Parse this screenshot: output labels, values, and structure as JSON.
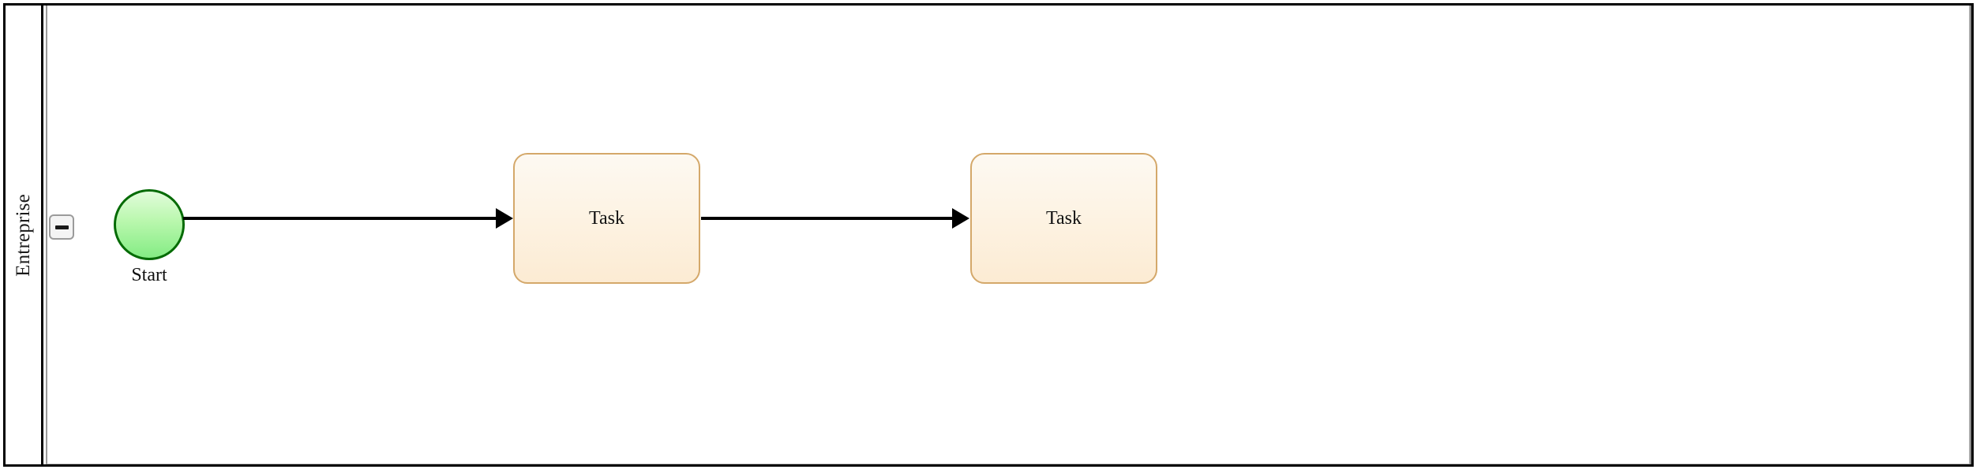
{
  "diagram": {
    "type": "bpmn-process",
    "pool": {
      "lane": {
        "label": "Entreprise",
        "collapse_button": {
          "name": "collapse-lane-button",
          "state": "expanded",
          "glyph": "minus-icon"
        }
      }
    },
    "nodes": [
      {
        "id": "start-event",
        "kind": "start-event",
        "label": "Start",
        "shape": "circle",
        "fill_top": "#e2fcdb",
        "fill_bottom": "#84ec84",
        "stroke": "#046b04"
      },
      {
        "id": "task-1",
        "kind": "task",
        "label": "Task",
        "shape": "rounded-rect",
        "fill_top": "#fdf9f2",
        "fill_bottom": "#fcebd3",
        "stroke": "#d4a86a"
      },
      {
        "id": "task-2",
        "kind": "task",
        "label": "Task",
        "shape": "rounded-rect",
        "fill_top": "#fdf9f2",
        "fill_bottom": "#fcebd3",
        "stroke": "#d4a86a"
      }
    ],
    "flows": [
      {
        "id": "flow-1",
        "from": "start-event",
        "to": "task-1",
        "stroke": "#000000",
        "arrowhead": "filled-triangle"
      },
      {
        "id": "flow-2",
        "from": "task-1",
        "to": "task-2",
        "stroke": "#000000",
        "arrowhead": "filled-triangle"
      }
    ],
    "colors": {
      "pool_border": "#000000",
      "lane_divider": "#9a9a9a",
      "canvas_background": "#ffffff"
    }
  }
}
